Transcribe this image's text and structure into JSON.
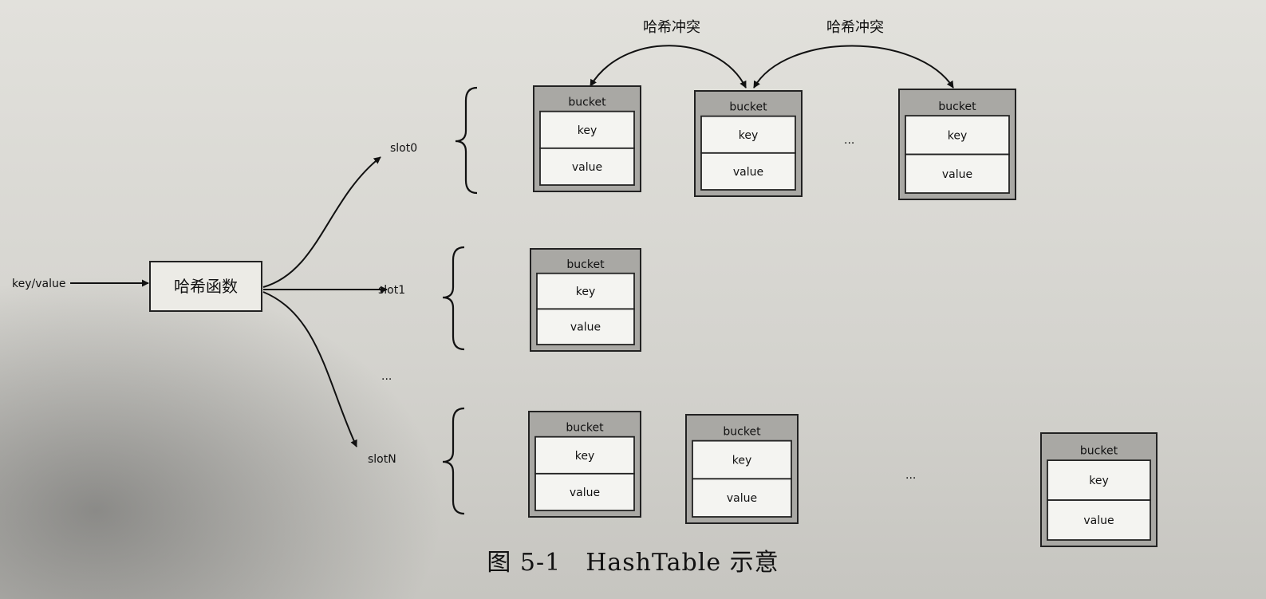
{
  "input_label": "key/value",
  "hash_function_label": "哈希函数",
  "collision_labels": [
    "哈希冲突",
    "哈希冲突"
  ],
  "ellipsis": "...",
  "slots": [
    {
      "label": "slot0",
      "buckets": [
        {
          "title": "bucket",
          "key": "key",
          "value": "value"
        },
        {
          "title": "bucket",
          "key": "key",
          "value": "value"
        },
        {
          "title": "bucket",
          "key": "key",
          "value": "value"
        }
      ]
    },
    {
      "label": "slot1",
      "buckets": [
        {
          "title": "bucket",
          "key": "key",
          "value": "value"
        }
      ]
    },
    {
      "label": "slotN",
      "buckets": [
        {
          "title": "bucket",
          "key": "key",
          "value": "value"
        },
        {
          "title": "bucket",
          "key": "key",
          "value": "value"
        },
        {
          "title": "bucket",
          "key": "key",
          "value": "value"
        }
      ]
    }
  ],
  "caption": "图 5-1　HashTable 示意"
}
